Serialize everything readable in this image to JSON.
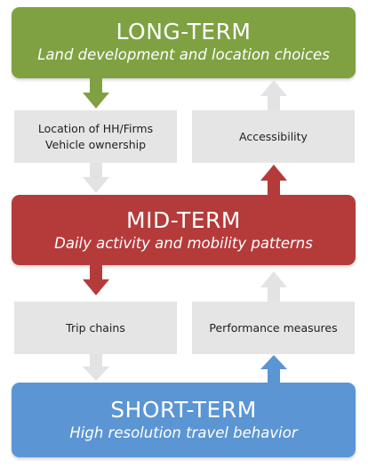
{
  "long_term": {
    "title": "LONG-TERM",
    "subtitle": "Land development and location choices"
  },
  "mid_term": {
    "title": "MID-TERM",
    "subtitle": "Daily activity and mobility patterns"
  },
  "short_term": {
    "title": "SHORT-TERM",
    "subtitle": "High resolution travel behavior"
  },
  "boxes": {
    "location_line1": "Location of HH/Firms",
    "location_line2": "Vehicle ownership",
    "accessibility": "Accessibility",
    "trip_chains": "Trip chains",
    "performance": "Performance measures"
  },
  "colors": {
    "long_term": "#7fa142",
    "mid_term": "#b53b3b",
    "short_term": "#5b95d3",
    "box": "#e5e5e5",
    "arrow_faded": "#e3e3e3"
  }
}
